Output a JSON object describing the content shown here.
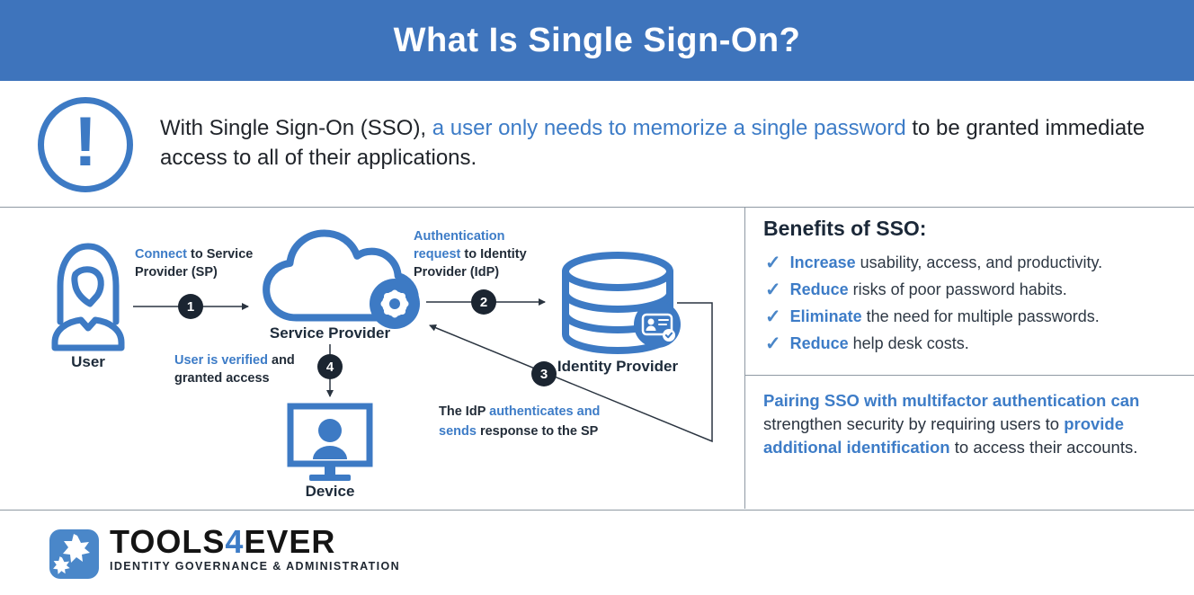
{
  "header": {
    "title": "What Is Single Sign-On?"
  },
  "intro": {
    "exclamation": "!",
    "pre": "With Single Sign-On (SSO), ",
    "em": "a user only needs to memorize a single password",
    "post": " to be granted immediate access to all of their applications."
  },
  "diagram": {
    "user_label": "User",
    "service_provider_label": "Service Provider",
    "identity_provider_label": "Identity Provider",
    "device_label": "Device",
    "steps": {
      "s1": {
        "num": "1",
        "em": "Connect",
        "rest": " to Service",
        "line2": "Provider (SP)"
      },
      "s2": {
        "num": "2",
        "line1": "Authentication",
        "em2": "request",
        "rest2": " to Identity",
        "line3": "Provider (IdP)"
      },
      "s3": {
        "num": "3",
        "pre": "The IdP ",
        "em1": "authenticates and",
        "em2": "sends",
        "rest": " response to the SP"
      },
      "s4": {
        "num": "4",
        "em": "User is verified",
        "rest": " and",
        "line2": "granted access"
      }
    }
  },
  "benefits": {
    "heading": "Benefits of SSO:",
    "check": "✓",
    "items": [
      {
        "em": "Increase",
        "rest": " usability, access, and productivity."
      },
      {
        "em": "Reduce",
        "rest": " risks of poor password habits."
      },
      {
        "em": "Eliminate",
        "rest": " the need for multiple passwords."
      },
      {
        "em": "Reduce",
        "rest": " help desk costs."
      }
    ]
  },
  "mfa_note": {
    "em1": "Pairing SSO with multifactor authentication can",
    "rest1": " strengthen security by requiring users to ",
    "em2": "provide additional identification",
    "rest2": " to access their accounts."
  },
  "footer": {
    "brand_pre": "TOOLS",
    "brand_num": "4",
    "brand_post": "EVER",
    "tagline": "IDENTITY GOVERNANCE & ADMINISTRATION"
  },
  "icons": [
    "exclamation-icon",
    "user-icon",
    "cloud-icon",
    "gear-icon",
    "database-icon",
    "id-card-badge-icon",
    "monitor-icon",
    "check-icon",
    "tools4ever-logo-icon"
  ],
  "colors": {
    "header_blue": "#3e74bc",
    "icon_blue": "#3d7ac4",
    "text_blue": "#3d7cc7",
    "badge_dark": "#1b2531",
    "text_dark": "#2b3440",
    "divider_gray": "#8f99a3"
  }
}
